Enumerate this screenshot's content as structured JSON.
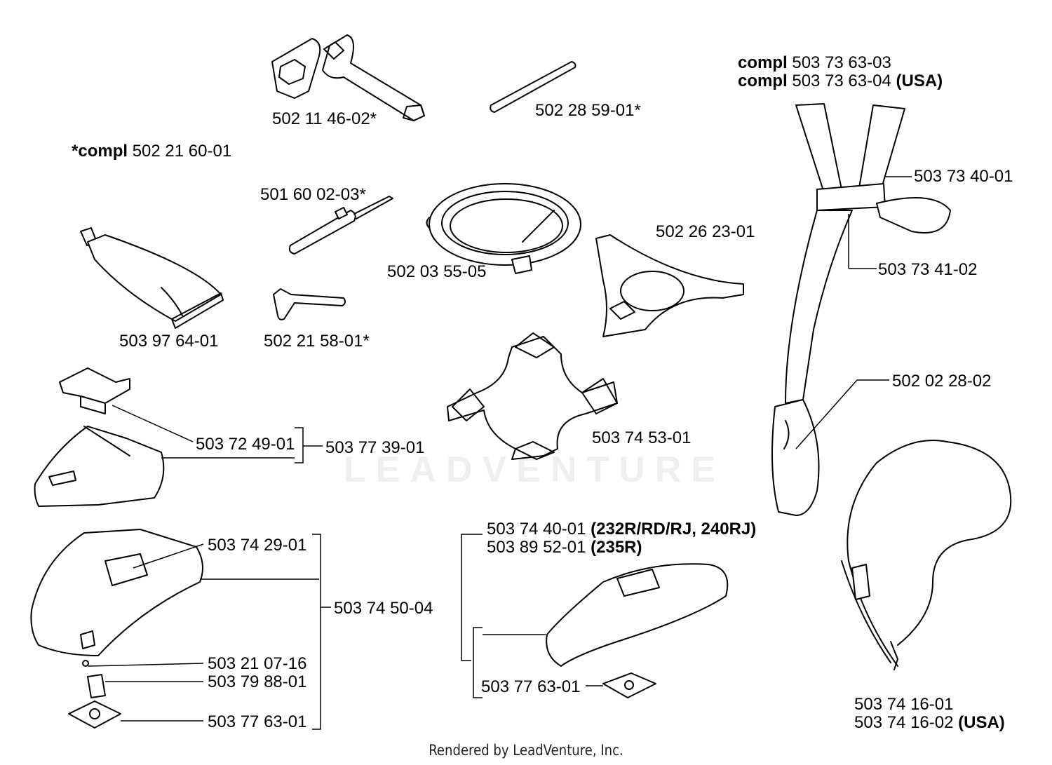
{
  "labels": {
    "l1": "502 11 46-02*",
    "l2": "502 28 59-01*",
    "compl_prefix": "compl",
    "l3a_num": "503 73 63-03",
    "l3b_num": "503 73 63-04",
    "usa": "(USA)",
    "star_compl": "*compl",
    "l4_num": "502 21 60-01",
    "l5": "501 60 02-03*",
    "l6": "503 73 40-01",
    "l7": "502 26 23-01",
    "l8": "502 03 55-05",
    "l9": "503 73 41-02",
    "l10": "503 97 64-01",
    "l11": "502 21 58-01*",
    "l12": "502 02 28-02",
    "l13": "503 72 49-01",
    "l14": "503 77 39-01",
    "l15": "503 74 53-01",
    "l16_num": "503 74 40-01",
    "l16_note": "(232R/RD/RJ, 240RJ)",
    "l17_num": "503 89 52-01",
    "l17_note": "(235R)",
    "l18": "503 74 29-01",
    "l19": "503 74 50-04",
    "l20": "503 21 07-16",
    "l21": "503 79 88-01",
    "l22": "503 77 63-01",
    "l23": "503 77 63-01",
    "l24": "503 74 16-01",
    "l25_num": "503 74 16-02"
  },
  "watermark": "LEADVENTURE",
  "footer": "Rendered by LeadVenture, Inc.",
  "colors": {
    "line": "#000000",
    "background": "#ffffff"
  }
}
